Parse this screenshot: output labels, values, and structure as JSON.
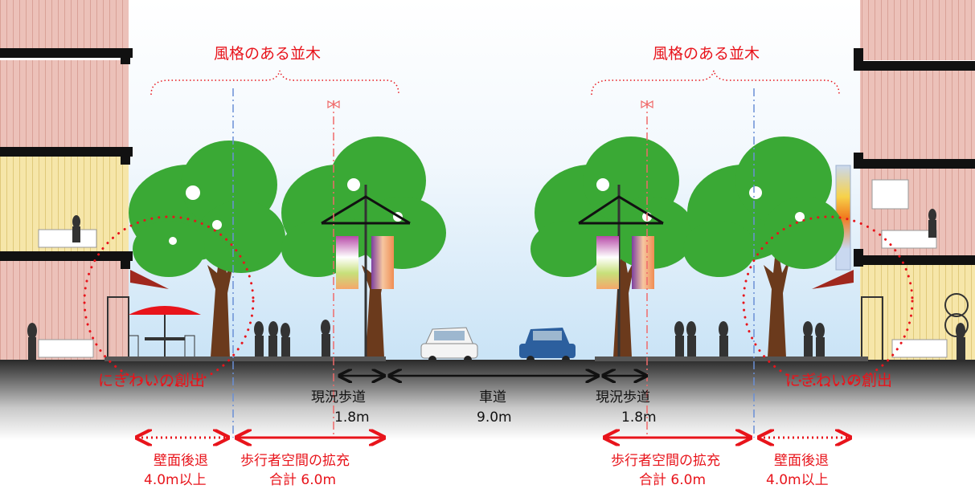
{
  "annotations": {
    "trees_left": "風格のある並木",
    "trees_right": "風格のある並木",
    "bustle_left": "にぎわいの創出",
    "bustle_right": "にぎわいの創出"
  },
  "widths": {
    "sidewalk_left_name": "現況歩道",
    "sidewalk_left_value": "1.8m",
    "roadway_name": "車道",
    "roadway_value": "9.0m",
    "sidewalk_right_name": "現況歩道",
    "sidewalk_right_value": "1.8m"
  },
  "setback_left": {
    "line1": "壁面後退",
    "line2": "4.0m以上"
  },
  "pedestrian_left": {
    "line1": "歩行者空間の拡充",
    "line2": "合計 6.0m"
  },
  "pedestrian_right": {
    "line1": "歩行者空間の拡充",
    "line2": "合計 6.0m"
  },
  "setback_right": {
    "line1": "壁面後退",
    "line2": "4.0m以上"
  },
  "colors": {
    "annotation_red": "#e8141b",
    "dimension_black": "#111111",
    "foliage_green": "#3aa935",
    "trunk_brown": "#6b3a1c",
    "building_pink": "#e7b6ae",
    "building_yellow": "#f3e3a3",
    "sky_blue": "#cfe6f7"
  }
}
